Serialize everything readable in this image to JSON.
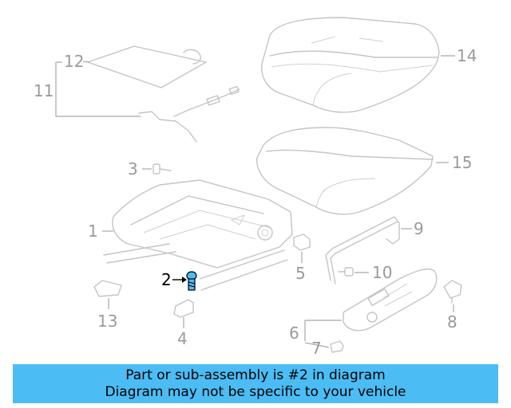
{
  "callouts": {
    "c1": "1",
    "c2": "2",
    "c3": "3",
    "c4": "4",
    "c5": "5",
    "c6": "6",
    "c7": "7",
    "c8": "8",
    "c9": "9",
    "c10": "10",
    "c11": "11",
    "c12": "12",
    "c13": "13",
    "c14": "14",
    "c15": "15"
  },
  "highlighted_part": "2",
  "colors": {
    "caption_bg": "#4cbcf4",
    "part_highlight": "#4cbcf4",
    "line": "#c4c4c4"
  },
  "caption": {
    "line1": "Part or sub-assembly is #2 in diagram",
    "line2": "Diagram may not be specific to your vehicle"
  }
}
